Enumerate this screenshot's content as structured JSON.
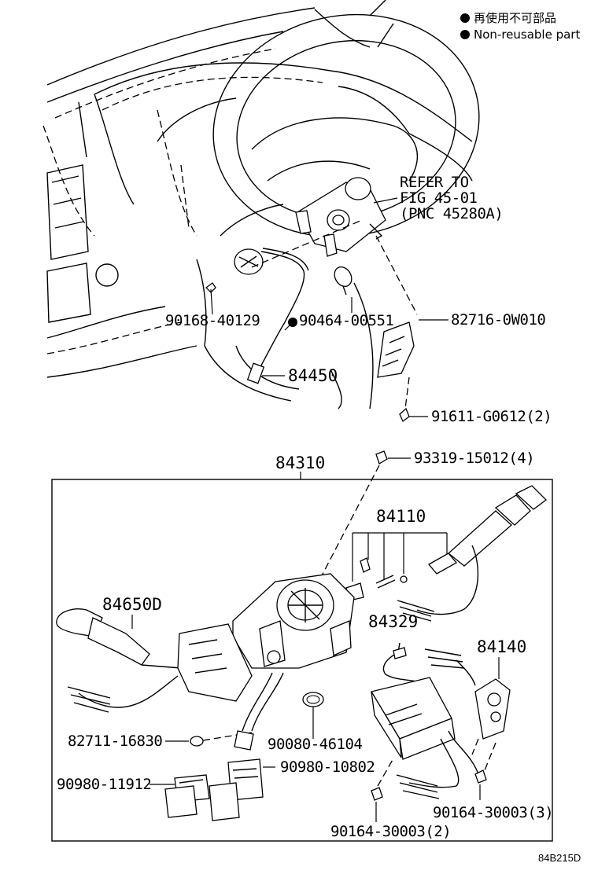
{
  "legend": {
    "items": [
      {
        "icon": "black-dot",
        "text": "再使用不可部品"
      },
      {
        "icon": "black-dot",
        "text": "Non-reusable part"
      }
    ]
  },
  "reference_note": {
    "line1": "REFER TO",
    "line2": "FIG 45-01",
    "line3": "(PNC 45280A)"
  },
  "callouts": {
    "p90168_40129": "90168-40129",
    "p90464_00551": "90464-00551",
    "p82716_0W010": "82716-0W010",
    "p84450": "84450",
    "p91611_G0612": "91611-G0612(2)",
    "p84310": "84310",
    "p93319_15012": "93319-15012(4)",
    "p84110": "84110",
    "p84650D": "84650D",
    "p84329": "84329",
    "p84140": "84140",
    "p82711_16830": "82711-16830",
    "p90080_46104": "90080-46104",
    "p90980_10802": "90980-10802",
    "p90980_11912": "90980-11912",
    "p90164_30003_3": "90164-30003(3)",
    "p90164_30003_2": "90164-30003(2)"
  },
  "non_reusable_marks": [
    "90464-00551"
  ],
  "diagram_code": "84B215D"
}
